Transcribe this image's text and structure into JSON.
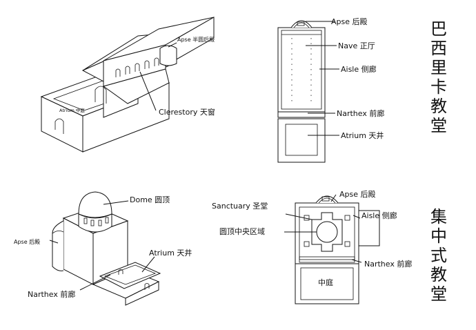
{
  "basilica": {
    "title_vertical": "巴西里卡教堂",
    "axon": {
      "apse": "Apse 半圆后殿",
      "atrium": "Atrium 中庭",
      "clerestory": "Clerestory 天窗"
    },
    "plan": {
      "apse": "Apse 后殿",
      "nave": "Nave 正厅",
      "aisle": "Aisle 侧廊",
      "narthex": "Narthex 前廊",
      "atrium": "Atrium 天井"
    }
  },
  "central": {
    "title_vertical": "集中式教堂",
    "axon": {
      "dome": "Dome 圆顶",
      "apse": "Apse 后殿",
      "atrium": "Atrium 天井",
      "narthex": "Narthex 前廊"
    },
    "plan": {
      "apse": "Apse 后殿",
      "sanctuary": "Sanctuary 圣堂",
      "aisle": "Aisle 侧廊",
      "dome_area": "圆顶中央区域",
      "narthex": "Narthex 前廊",
      "courtyard": "中庭"
    }
  }
}
